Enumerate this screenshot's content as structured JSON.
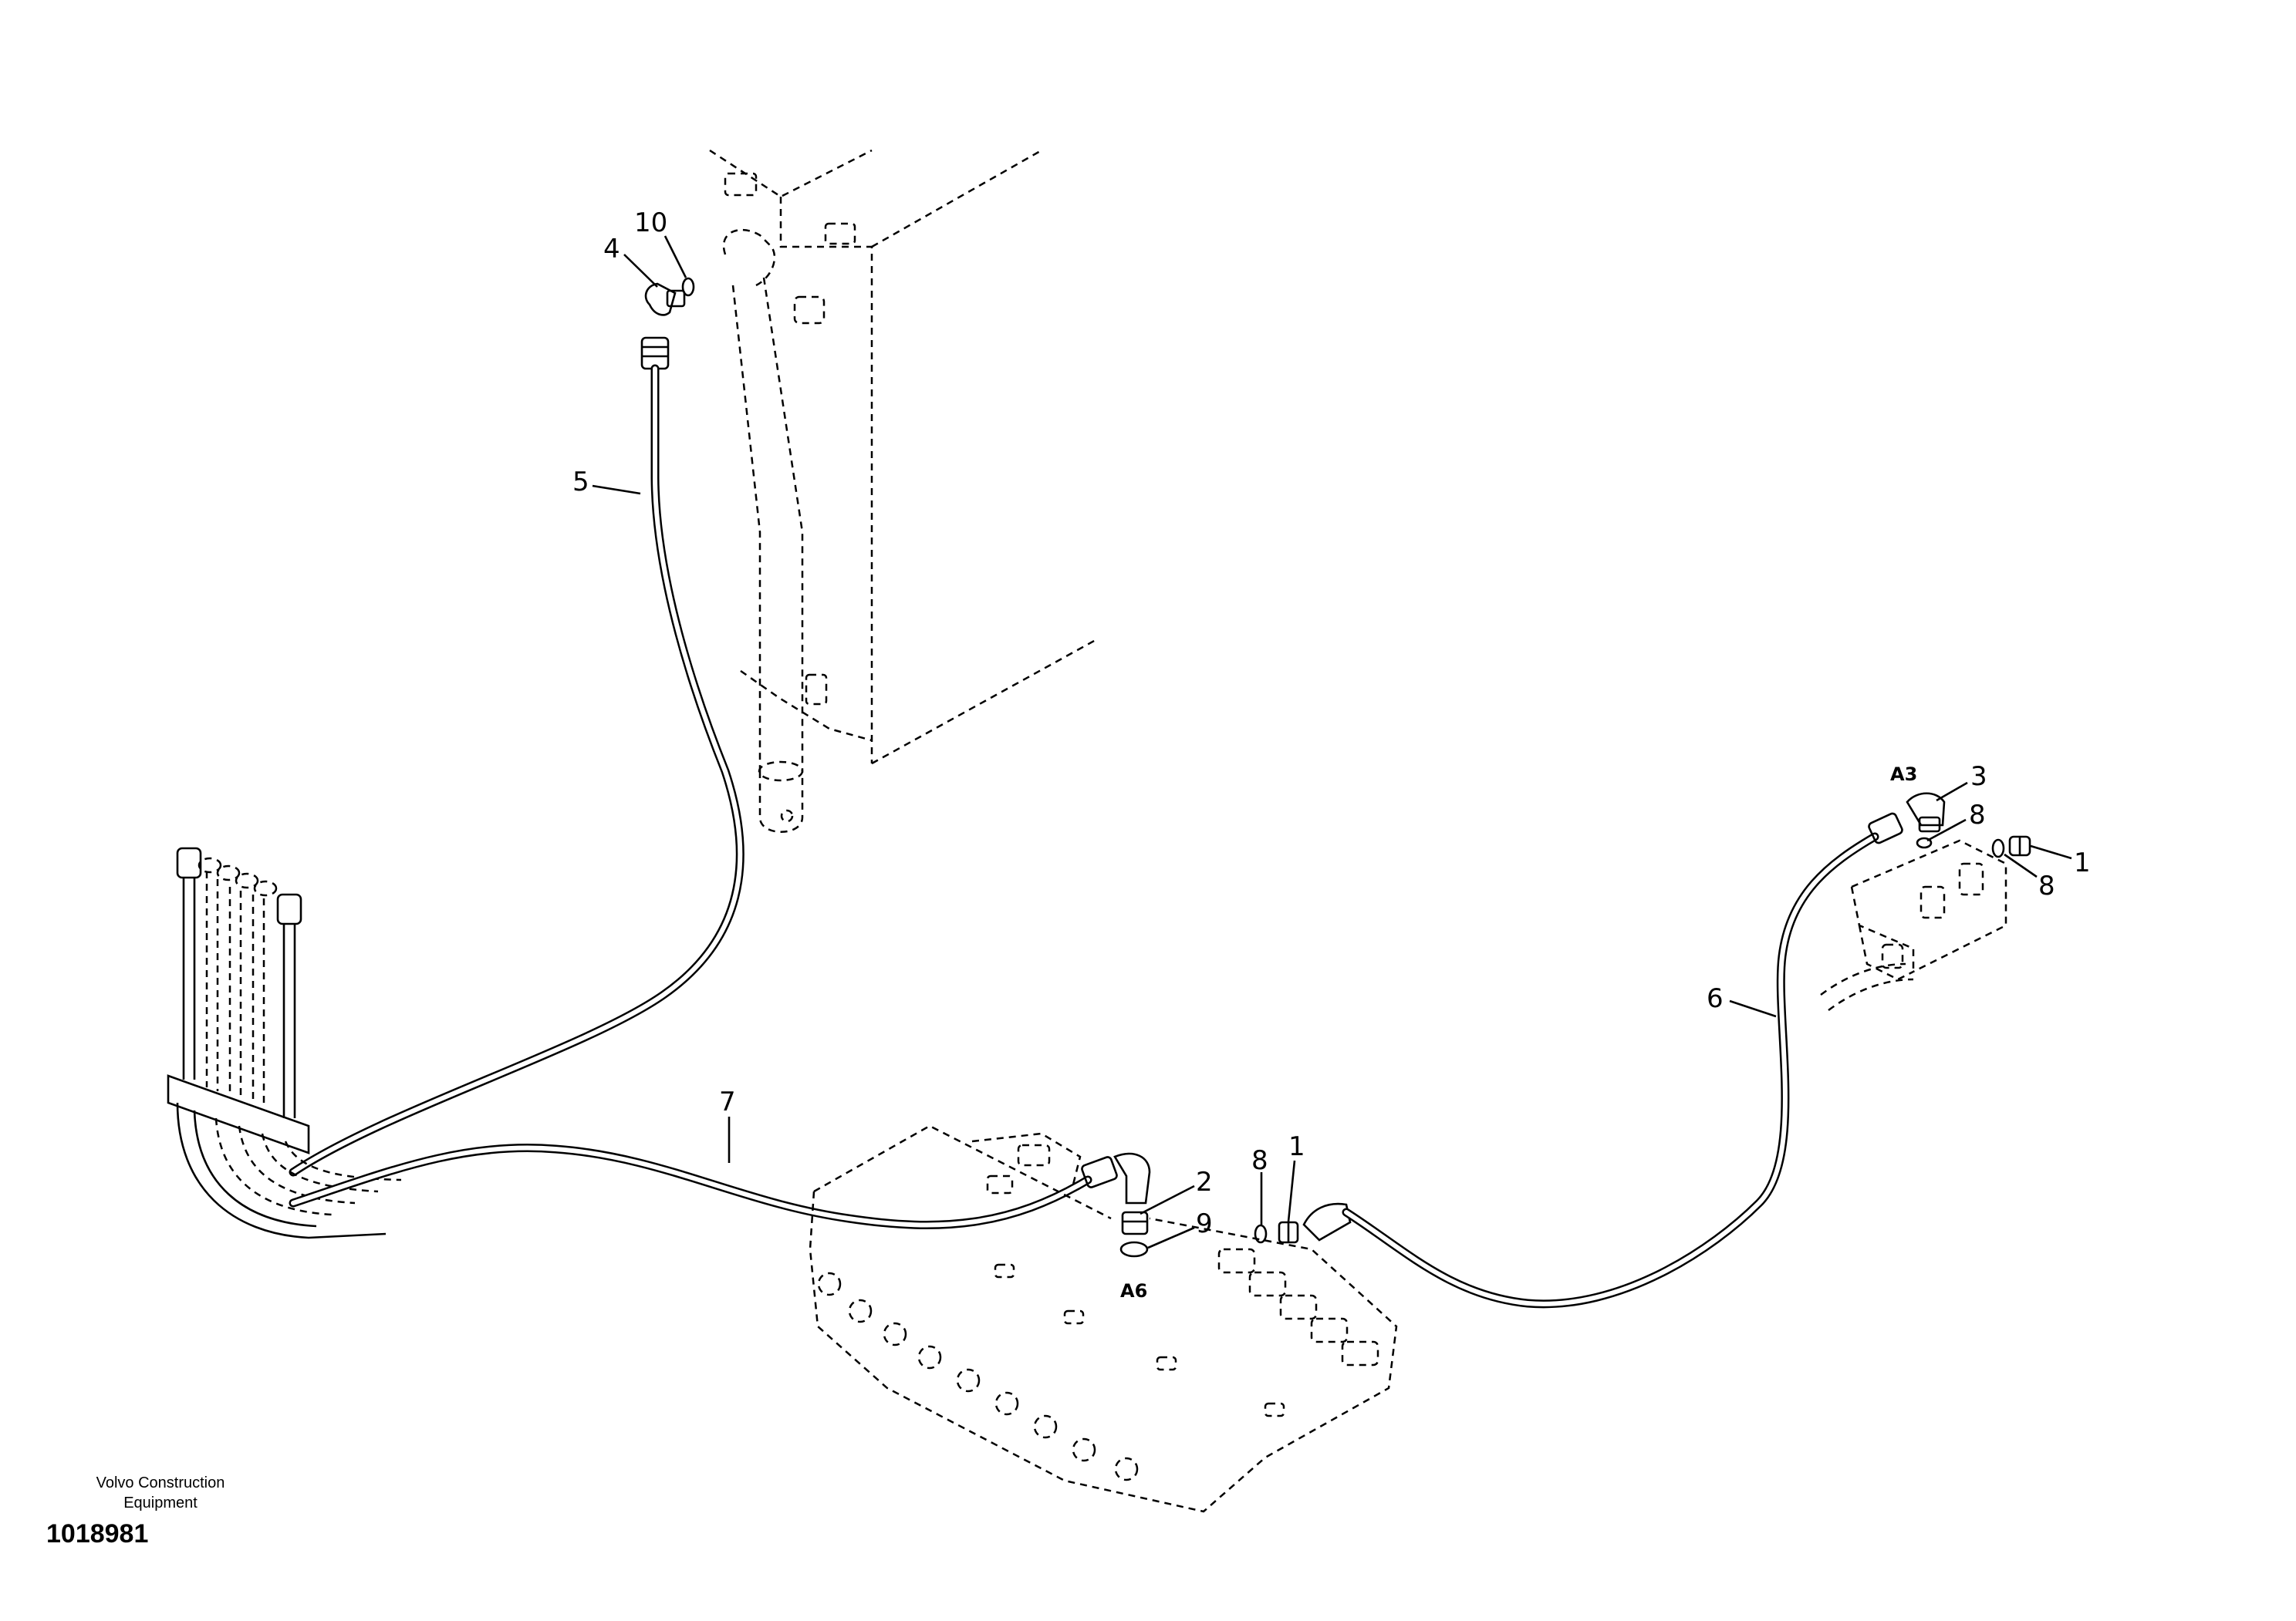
{
  "diagram": {
    "callouts": {
      "c10": "10",
      "c4": "4",
      "c5": "5",
      "c7": "7",
      "c2": "2",
      "c9": "9",
      "c8a": "8",
      "c1a": "1",
      "c6": "6",
      "c3": "3",
      "c8b": "8",
      "c8c": "8",
      "c1b": "1"
    },
    "ports": {
      "a3": "A3",
      "a6": "A6"
    }
  },
  "footer": {
    "manufacturer_line1": "Volvo Construction",
    "manufacturer_line2": "Equipment",
    "part_number": "1018981"
  }
}
